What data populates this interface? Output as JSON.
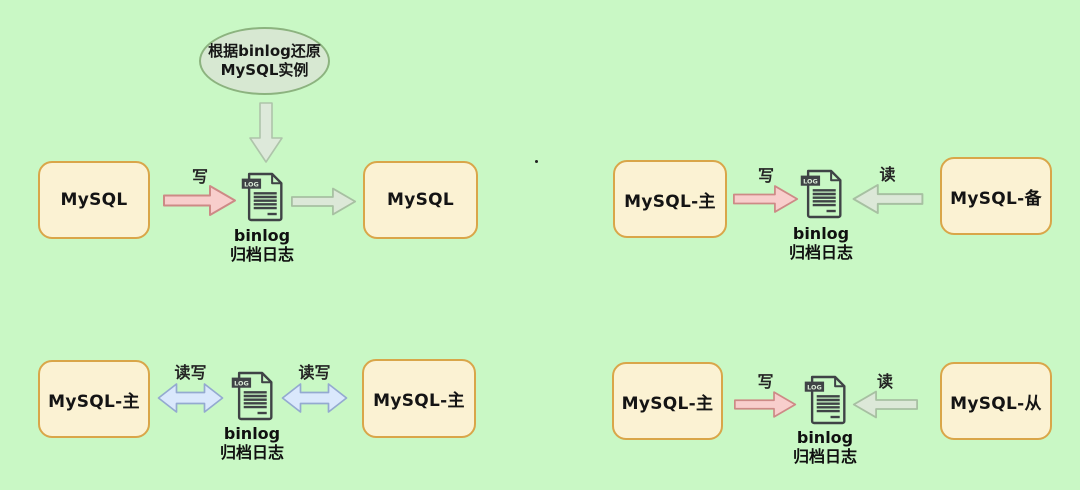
{
  "ellipse": {
    "line1": "根据binlog还原",
    "line2": "MySQL实例"
  },
  "binlog_label": {
    "line1": "binlog",
    "line2": "归档日志"
  },
  "doc_icon": {
    "badge": "LOG"
  },
  "quadrants": [
    {
      "name": "restore",
      "left_box": "MySQL",
      "write_label": "写",
      "right_box": "MySQL"
    },
    {
      "name": "primary-backup",
      "left_box": "MySQL-主",
      "write_label": "写",
      "read_label": "读",
      "right_box": "MySQL-备"
    },
    {
      "name": "dual-primary",
      "left_box": "MySQL-主",
      "left_rw_label": "读写",
      "right_rw_label": "读写",
      "right_box": "MySQL-主"
    },
    {
      "name": "primary-replica",
      "left_box": "MySQL-主",
      "write_label": "写",
      "read_label": "读",
      "right_box": "MySQL-从"
    }
  ],
  "colors": {
    "background": "#c9f8c5",
    "box_fill": "#fbf2d3",
    "box_border": "#d9a649",
    "pink_fill": "#f8cecc",
    "pink_border": "#cd8a86",
    "green_fill": "#dce8d8",
    "green_border": "#a7c0a2",
    "blue_fill": "#dae8fc",
    "blue_border": "#94aad0",
    "ellipse_fill": "#d7e8d2",
    "ellipse_border": "#8cb37f",
    "icon_color": "#3f4346"
  }
}
